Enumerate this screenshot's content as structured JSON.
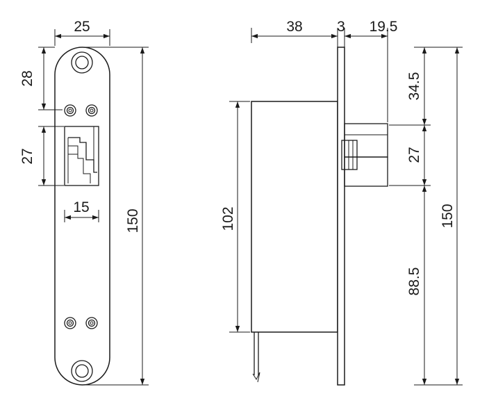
{
  "front_view": {
    "width": "25",
    "top_to_screws": "28",
    "opening_height": "27",
    "opening_width": "15",
    "total_height": "150"
  },
  "side_view": {
    "body_depth": "38",
    "plate_thickness": "3",
    "bolt_projection": "19.5",
    "body_height": "102",
    "top_to_bolt": "34.5",
    "bolt_height": "27",
    "bolt_to_bottom": "88.5",
    "total_height": "150"
  }
}
